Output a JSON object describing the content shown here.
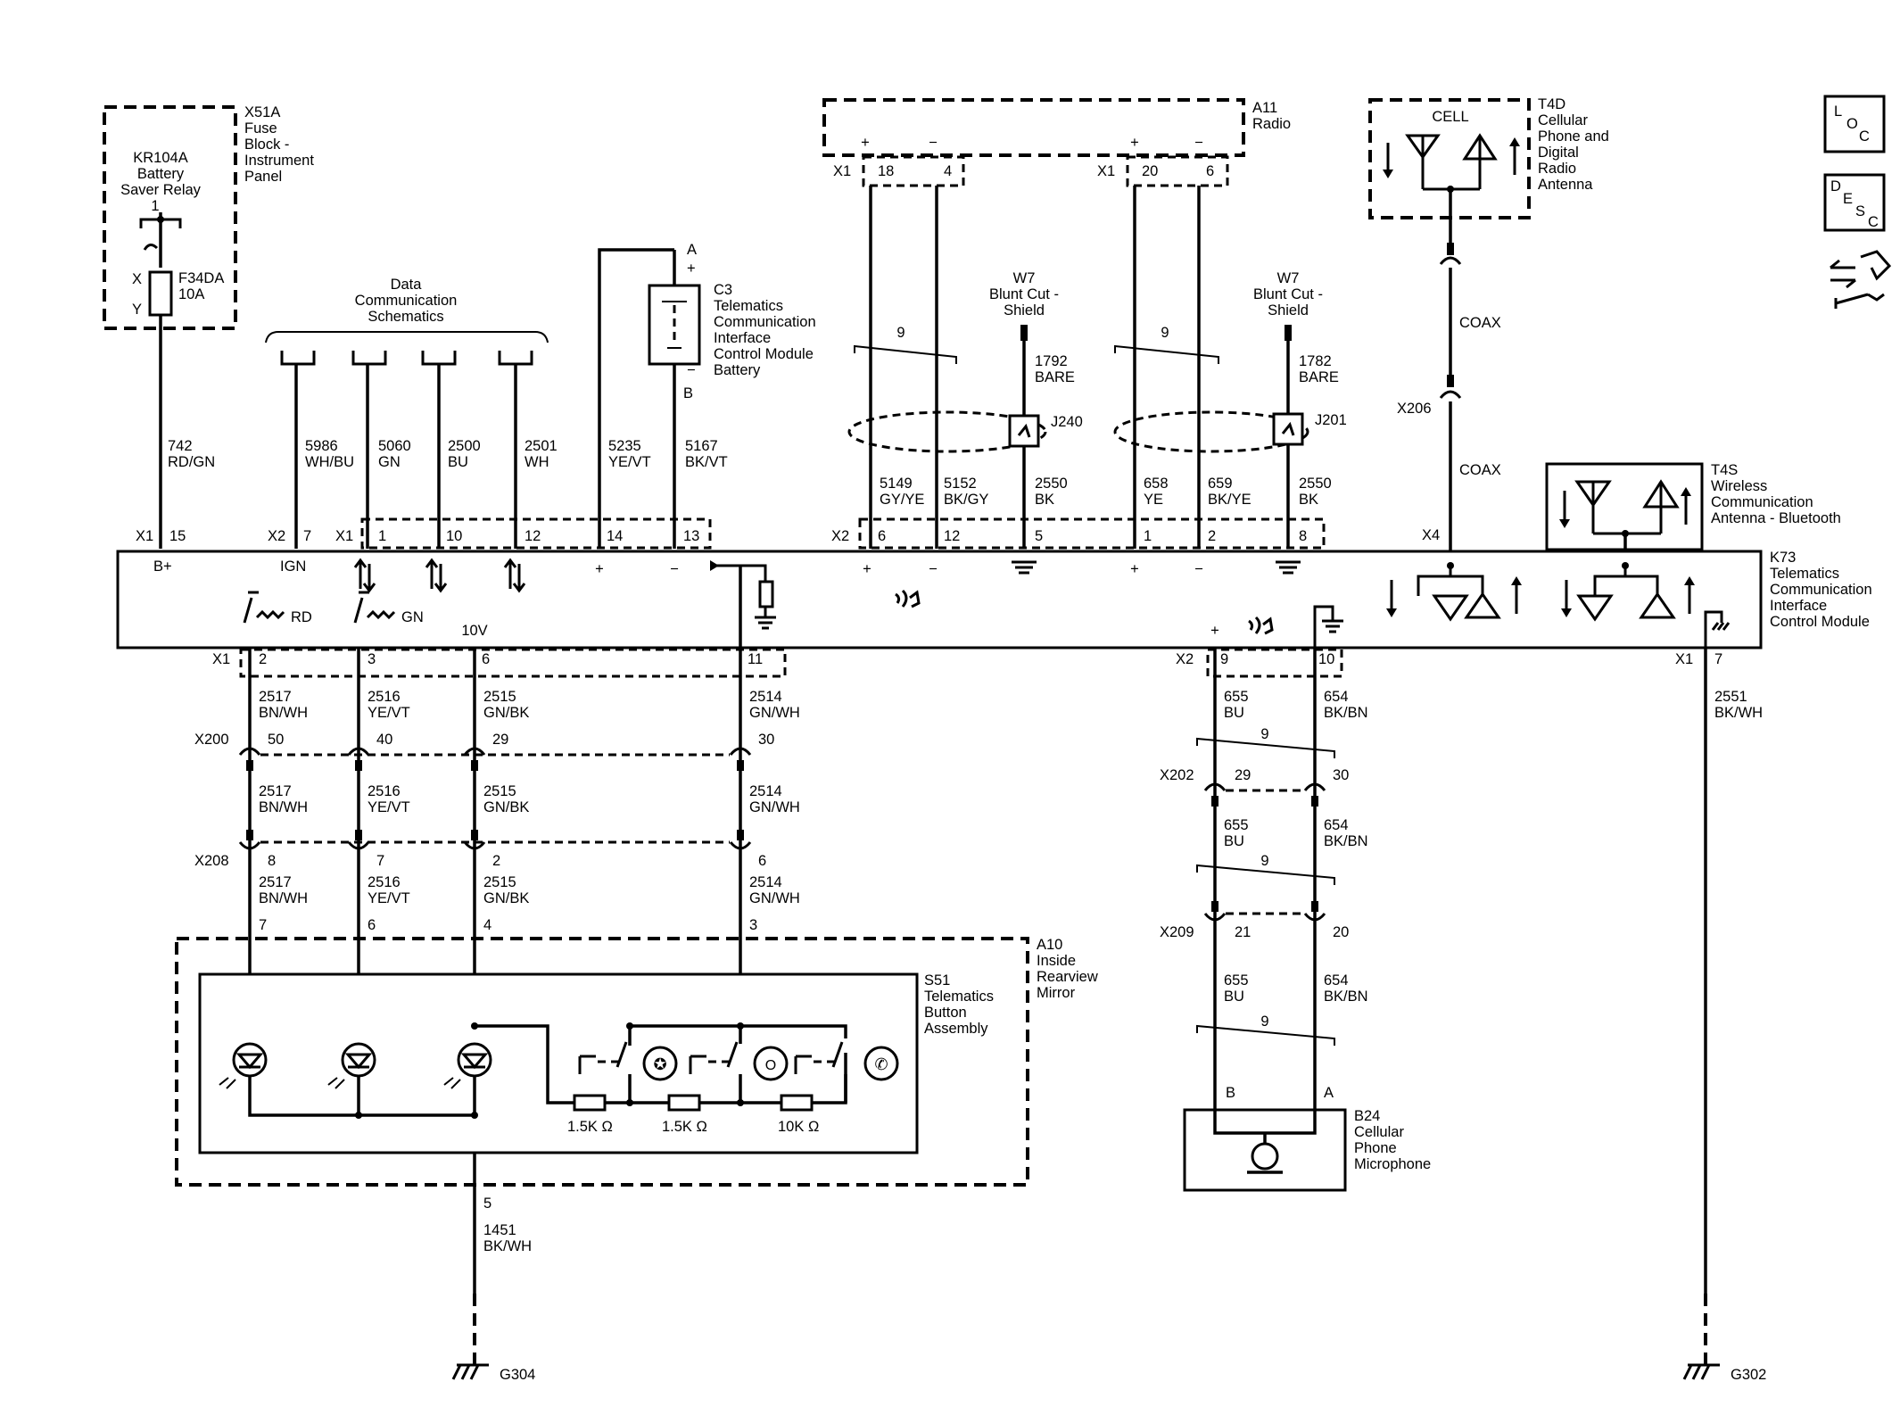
{
  "components": {
    "x51a": [
      "X51A",
      "Fuse",
      "Block -",
      "Instrument",
      "Panel"
    ],
    "kr104a": [
      "KR104A",
      "Battery",
      "Saver Relay"
    ],
    "kr104a_pin": "1",
    "fuse_pin_x": "X",
    "fuse_pin_y": "Y",
    "f34da": [
      "F34DA",
      "10A"
    ],
    "data_comm": [
      "Data",
      "Communication",
      "Schematics"
    ],
    "c3": [
      "C3",
      "Telematics",
      "Communication",
      "Interface",
      "Control Module",
      "Battery"
    ],
    "c3_pin_a": "A",
    "c3_pin_b": "B",
    "a11": [
      "A11",
      "Radio"
    ],
    "t4d": [
      "T4D",
      "Cellular",
      "Phone and",
      "Digital",
      "Radio",
      "Antenna"
    ],
    "cell": "CELL",
    "w7_a": [
      "W7",
      "Blunt Cut -",
      "Shield"
    ],
    "w7_b": [
      "W7",
      "Blunt Cut -",
      "Shield"
    ],
    "t4s": [
      "T4S",
      "Wireless",
      "Communication",
      "Antenna - Bluetooth"
    ],
    "k73": [
      "K73",
      "Telematics",
      "Communication",
      "Interface",
      "Control Module"
    ],
    "a10": [
      "A10",
      "Inside",
      "Rearview",
      "Mirror"
    ],
    "s51": [
      "S51",
      "Telematics",
      "Button",
      "Assembly"
    ],
    "b24": [
      "B24",
      "Cellular",
      "Phone",
      "Microphone"
    ],
    "b24_pin_b": "B",
    "b24_pin_a": "A",
    "g304": "G304",
    "g302": "G302"
  },
  "signals": {
    "b_plus": "B+",
    "ign": "IGN",
    "rd": "RD",
    "gn": "GN",
    "v10": "10V",
    "plus": "+",
    "minus": "−"
  },
  "connectors": {
    "x1": "X1",
    "x2": "X2",
    "x4": "X4",
    "x200": "X200",
    "x208": "X208",
    "x202": "X202",
    "x209": "X209",
    "x206": "X206",
    "j240": "J240",
    "j201": "J201"
  },
  "k73_pins_top": [
    "15",
    "7",
    "1",
    "10",
    "12",
    "14",
    "13",
    "6",
    "12",
    "5",
    "1",
    "2",
    "8"
  ],
  "k73_pins_bottom": [
    "2",
    "3",
    "6",
    "11",
    "9",
    "10",
    "7"
  ],
  "radio_pins": [
    "18",
    "4",
    "20",
    "6"
  ],
  "x200_pins": [
    "50",
    "40",
    "29",
    "30"
  ],
  "x208_pins": [
    "8",
    "7",
    "2",
    "6"
  ],
  "a10_pins": [
    "7",
    "6",
    "4",
    "3"
  ],
  "a10_ground_pin": "5",
  "x202_pins": [
    "29",
    "30"
  ],
  "x209_pins": [
    "21",
    "20"
  ],
  "twist_count": "9",
  "wires": {
    "w742": [
      "742",
      "RD/GN"
    ],
    "w5986": [
      "5986",
      "WH/BU"
    ],
    "w5060": [
      "5060",
      "GN"
    ],
    "w2500": [
      "2500",
      "BU"
    ],
    "w2501": [
      "2501",
      "WH"
    ],
    "w5235": [
      "5235",
      "YE/VT"
    ],
    "w5167": [
      "5167",
      "BK/VT"
    ],
    "w5149": [
      "5149",
      "GY/YE"
    ],
    "w5152": [
      "5152",
      "BK/GY"
    ],
    "w2550a": [
      "2550",
      "BK"
    ],
    "w658": [
      "658",
      "YE"
    ],
    "w659": [
      "659",
      "BK/YE"
    ],
    "w2550b": [
      "2550",
      "BK"
    ],
    "w1792": [
      "1792",
      "BARE"
    ],
    "w1782": [
      "1782",
      "BARE"
    ],
    "w2517": [
      "2517",
      "BN/WH"
    ],
    "w2516": [
      "2516",
      "YE/VT"
    ],
    "w2515": [
      "2515",
      "GN/BK"
    ],
    "w2514": [
      "2514",
      "GN/WH"
    ],
    "w655": [
      "655",
      "BU"
    ],
    "w654": [
      "654",
      "BK/BN"
    ],
    "w2551": [
      "2551",
      "BK/WH"
    ],
    "w1451": [
      "1451",
      "BK/WH"
    ]
  },
  "coax": "COAX",
  "resistors": [
    "1.5K Ω",
    "1.5K Ω",
    "10K Ω"
  ],
  "nav_icons": [
    {
      "name": "loc",
      "letters": [
        "L",
        "O",
        "C"
      ]
    },
    {
      "name": "desc",
      "letters": [
        "D",
        "E",
        "S",
        "C"
      ]
    }
  ]
}
